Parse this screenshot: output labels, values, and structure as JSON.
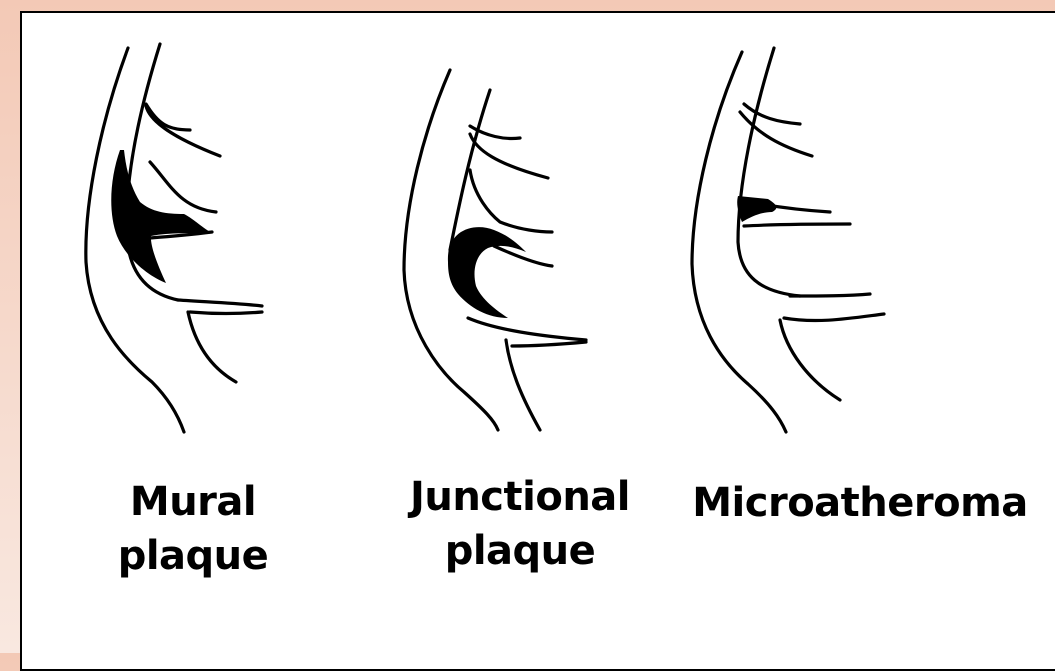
{
  "panels": [
    {
      "line1": "Mural",
      "line2": "plaque"
    },
    {
      "line1": "Junctional",
      "line2": "plaque"
    },
    {
      "line1": "Microatheroma",
      "line2": ""
    }
  ],
  "colors": {
    "background": "#f3c9b6",
    "panel": "#ffffff",
    "ink": "#000000"
  }
}
